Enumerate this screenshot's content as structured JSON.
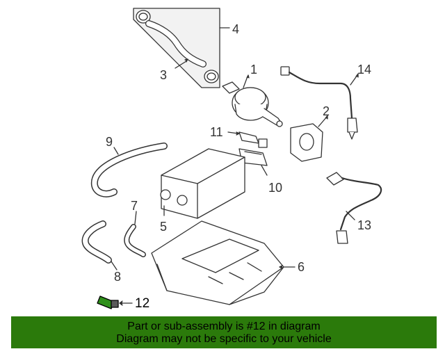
{
  "callouts": {
    "c1": "1",
    "c2": "2",
    "c3": "3",
    "c4": "4",
    "c5": "5",
    "c6": "6",
    "c7": "7",
    "c8": "8",
    "c9": "9",
    "c10": "10",
    "c11": "11",
    "c12": "12",
    "c13": "13",
    "c14": "14"
  },
  "highlighted_part": "12",
  "footer": {
    "line1": "Part or sub-assembly is #12 in diagram",
    "line2": "Diagram may not be specific to your vehicle"
  },
  "colors": {
    "banner": "#2b7a0b",
    "highlight": "#2f8f1a",
    "line_art": "#333333"
  }
}
